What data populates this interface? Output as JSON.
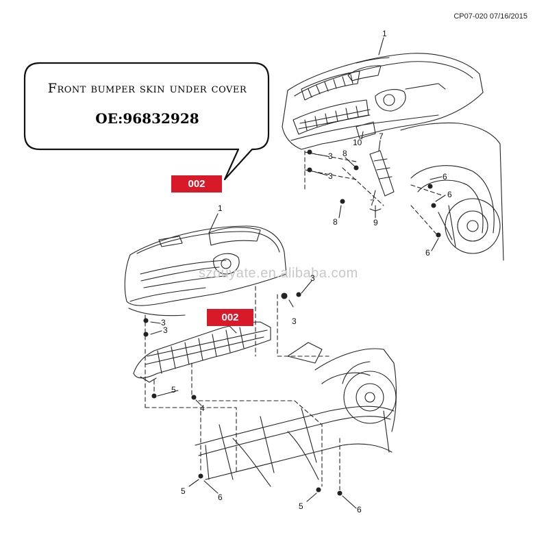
{
  "document_code": "CP07-020 07/16/2015",
  "bubble": {
    "title": "Front bumper skin under cover",
    "oe_number": "OE:96832928"
  },
  "tags": {
    "upper": "002",
    "lower": "002"
  },
  "watermark": "szouyate.en.alibaba.com",
  "callouts": {
    "top": [
      {
        "id": "t1",
        "label": "1"
      },
      {
        "id": "t10",
        "label": "10"
      },
      {
        "id": "t7a",
        "label": "7"
      },
      {
        "id": "t8a",
        "label": "8"
      },
      {
        "id": "t3a",
        "label": "3"
      },
      {
        "id": "t3b",
        "label": "3"
      },
      {
        "id": "t6a",
        "label": "6"
      },
      {
        "id": "t6b",
        "label": "6"
      },
      {
        "id": "t7b",
        "label": "7"
      },
      {
        "id": "t8b",
        "label": "8"
      },
      {
        "id": "t9",
        "label": "9"
      },
      {
        "id": "t6c",
        "label": "6"
      }
    ],
    "bottom": [
      {
        "id": "b1",
        "label": "1"
      },
      {
        "id": "b3a",
        "label": "3"
      },
      {
        "id": "b3b",
        "label": "3"
      },
      {
        "id": "b3c",
        "label": "3"
      },
      {
        "id": "b3d",
        "label": "3"
      },
      {
        "id": "b5a",
        "label": "5"
      },
      {
        "id": "b4",
        "label": "4"
      },
      {
        "id": "b5b",
        "label": "5"
      },
      {
        "id": "b6a",
        "label": "6"
      },
      {
        "id": "b5c",
        "label": "5"
      },
      {
        "id": "b6b",
        "label": "6"
      }
    ]
  },
  "colors": {
    "tag": "#d8192a",
    "line": "#222222",
    "bubble_border": "#111111"
  }
}
